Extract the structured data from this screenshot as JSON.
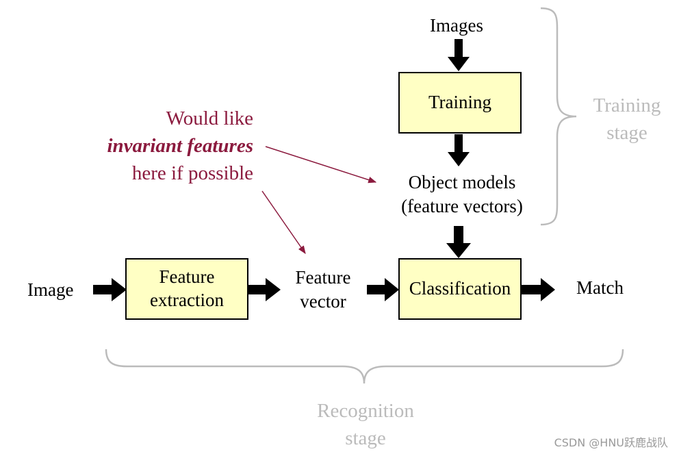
{
  "colors": {
    "box_fill": "#ffffc4",
    "annotation": "#8b1a3e",
    "stage_gray": "#bbbbbb",
    "watermark": "#9a9a9a"
  },
  "nodes": {
    "images_label": "Images",
    "training_box": "Training",
    "object_models_line1": "Object models",
    "object_models_line2": "(feature vectors)",
    "image_label": "Image",
    "feature_extraction_line1": "Feature",
    "feature_extraction_line2": "extraction",
    "feature_vector_line1": "Feature",
    "feature_vector_line2": "vector",
    "classification_box": "Classification",
    "match_label": "Match"
  },
  "annotation": {
    "line1": "Would like",
    "line2": "invariant features",
    "line3": "here if possible"
  },
  "stages": {
    "training_line1": "Training",
    "training_line2": "stage",
    "recognition_line1": "Recognition",
    "recognition_line2": "stage"
  },
  "watermark": "CSDN @HNU跃鹿战队"
}
